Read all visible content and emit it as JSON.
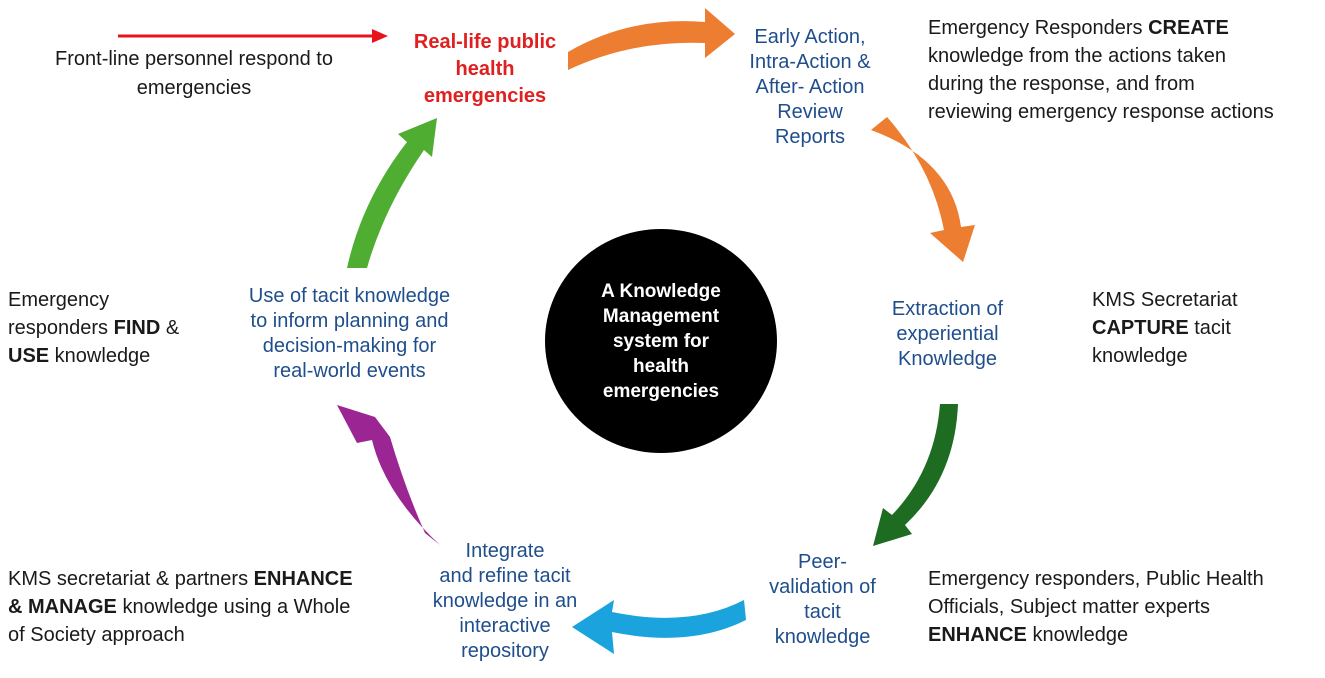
{
  "hub": {
    "lines": [
      "A Knowledge",
      "Management",
      "system for",
      "health",
      "emergencies"
    ]
  },
  "start": {
    "lines": [
      "Real-life public",
      "health",
      "emergencies"
    ],
    "note_lines": [
      "Front-line personnel respond to",
      "emergencies"
    ]
  },
  "steps": [
    {
      "lines": [
        "Early Action,",
        "Intra-Action &",
        "After- Action",
        "Review",
        "Reports"
      ]
    },
    {
      "lines": [
        "Extraction of",
        "experiential",
        "Knowledge"
      ]
    },
    {
      "lines": [
        "Peer-",
        "validation of",
        "tacit",
        "knowledge"
      ]
    },
    {
      "lines": [
        "Integrate",
        "and refine tacit",
        "knowledge in an",
        "interactive",
        "repository"
      ]
    },
    {
      "lines": [
        "Use of tacit knowledge",
        "to inform planning and",
        "decision-making for",
        "real-world events"
      ]
    }
  ],
  "roles": [
    {
      "lines": [
        [
          {
            "text": "Emergency Responders "
          },
          {
            "text": "CREATE",
            "bold": true
          }
        ],
        [
          {
            "text": "knowledge from the actions taken"
          }
        ],
        [
          {
            "text": "during the response, and from"
          }
        ],
        [
          {
            "text": "reviewing emergency response actions"
          }
        ]
      ]
    },
    {
      "lines": [
        [
          {
            "text": "KMS  Secretariat"
          }
        ],
        [
          {
            "text": "CAPTURE",
            "bold": true
          },
          {
            "text": " tacit"
          }
        ],
        [
          {
            "text": "knowledge"
          }
        ]
      ]
    },
    {
      "lines": [
        [
          {
            "text": "Emergency responders, Public Health"
          }
        ],
        [
          {
            "text": "Officials, Subject matter experts"
          }
        ],
        [
          {
            "text": "ENHANCE",
            "bold": true
          },
          {
            "text": " knowledge"
          }
        ]
      ]
    },
    {
      "lines": [
        [
          {
            "text": "KMS secretariat & partners "
          },
          {
            "text": "ENHANCE",
            "bold": true
          }
        ],
        [
          {
            "text": "& MANAGE",
            "bold": true
          },
          {
            "text": "  knowledge using a  Whole"
          }
        ],
        [
          {
            "text": "of Society approach"
          }
        ]
      ]
    },
    {
      "lines": [
        [
          {
            "text": "Emergency"
          }
        ],
        [
          {
            "text": "responders "
          },
          {
            "text": "FIND",
            "bold": true
          },
          {
            "text": " &"
          }
        ],
        [
          {
            "text": "USE",
            "bold": true
          },
          {
            "text": " knowledge"
          }
        ]
      ]
    }
  ],
  "colors": {
    "start_text": "#e02020",
    "step_text": "#1f4e8c",
    "role_text": "#1a1a1a",
    "hub_fill": "#000000",
    "hub_text": "#ffffff",
    "arrow_red": "#e8141b",
    "arrow_orange": "#ed7d31",
    "arrow_dark_green": "#1e6b22",
    "arrow_blue": "#1aa3dc",
    "arrow_purple": "#9b2593",
    "arrow_green": "#4fad32"
  }
}
